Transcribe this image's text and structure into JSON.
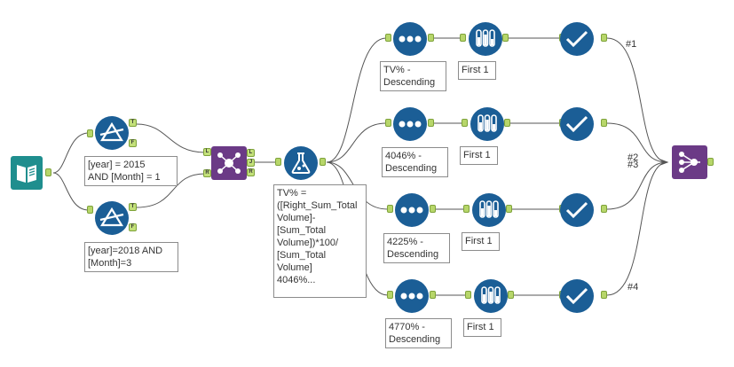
{
  "colors": {
    "input_tool": "#1f8e8e",
    "filter_tool": "#1b5e96",
    "join_tool": "#6b3a86",
    "formula_tool": "#1b5e96",
    "sample_tool": "#1b5e96",
    "union_tool": "#6b3a86",
    "anchor": "#b7d66a",
    "wire": "#555555"
  },
  "tools": [
    {
      "name": "input-data-tool",
      "icon": "book-icon"
    },
    {
      "name": "filter-tool-1",
      "icon": "filter-triangle-icon",
      "annotation": "[year] = 2015\nAND [Month] = 1"
    },
    {
      "name": "filter-tool-2",
      "icon": "filter-triangle-icon",
      "annotation": "[year]=2018 AND\n[Month]=3"
    },
    {
      "name": "join-tool",
      "icon": "join-icon"
    },
    {
      "name": "formula-tool",
      "icon": "flask-icon",
      "annotation": "TV% =\n([Right_Sum_Total\nVolume]-\n[Sum_Total\nVolume])*100/\n[Sum_Total\nVolume]\n4046%..."
    }
  ],
  "branches": [
    {
      "sort_label": "TV% -\nDescending",
      "sample_label": "First 1",
      "wire_label": "#1"
    },
    {
      "sort_label": "4046% -\nDescending",
      "sample_label": "First 1",
      "wire_label": "#2"
    },
    {
      "sort_label": "4225% -\nDescending",
      "sample_label": "First 1",
      "wire_label": "#3"
    },
    {
      "sort_label": "4770% -\nDescending",
      "sample_label": "First 1",
      "wire_label": "#4"
    }
  ],
  "anchors": {
    "true": "T",
    "false": "F",
    "left": "L",
    "join": "J",
    "right": "R"
  }
}
